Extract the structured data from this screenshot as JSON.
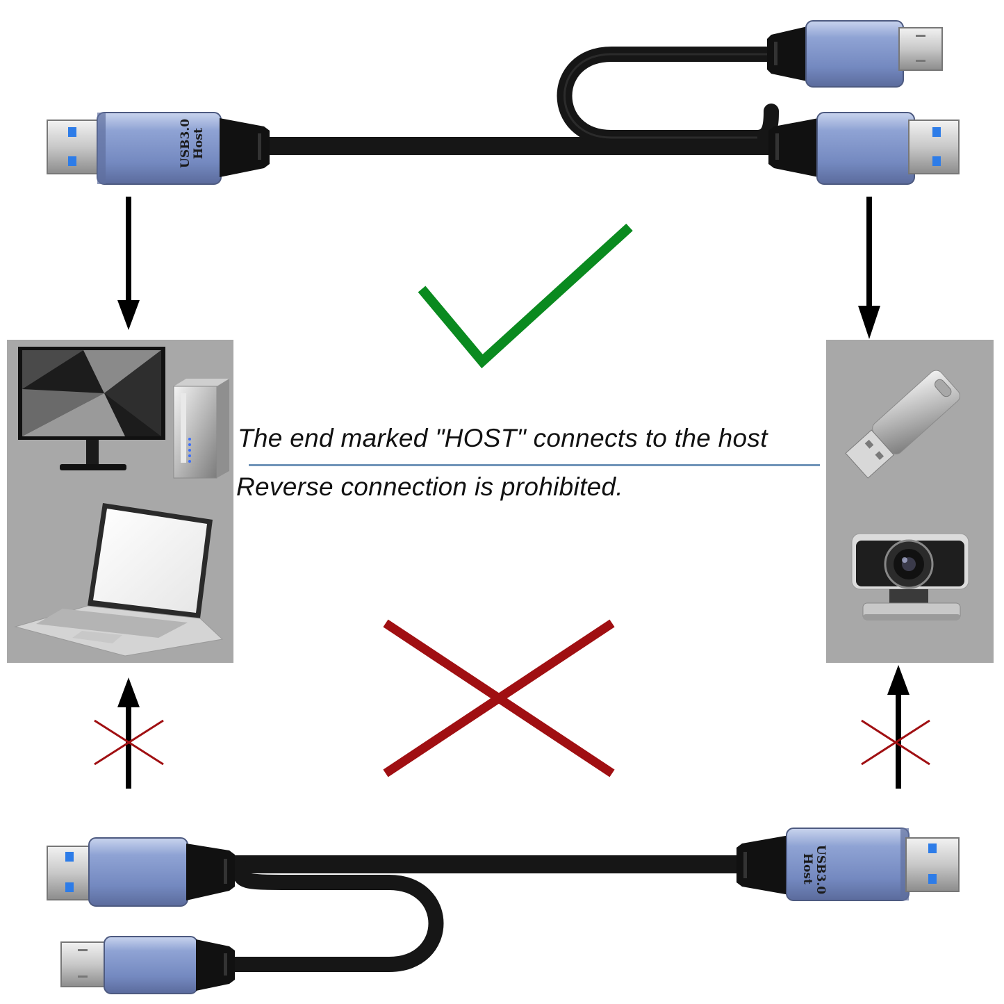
{
  "labels": {
    "connector_marking_line1": "USB3.0",
    "connector_marking_line2": "Host",
    "caption_line1": "The end marked \"HOST\" connects to the host",
    "caption_line2": "Reverse connection is prohibited."
  },
  "colors": {
    "correct_mark": "#0a8a1f",
    "wrong_mark": "#a00f12",
    "connector_metal": "#7f95c9",
    "cable": "#1a1a1a",
    "device_panel": "#a8a8a8",
    "usb_blue_pin": "#2d7ce8",
    "caption_rule": "#6f93b8"
  },
  "icons": {
    "host_devices": [
      "monitor-icon",
      "desktop-tower-icon",
      "laptop-icon"
    ],
    "peripheral_devices": [
      "usb-flash-drive-icon",
      "webcam-icon"
    ],
    "marks": [
      "checkmark-icon",
      "cross-mark-icon"
    ]
  }
}
